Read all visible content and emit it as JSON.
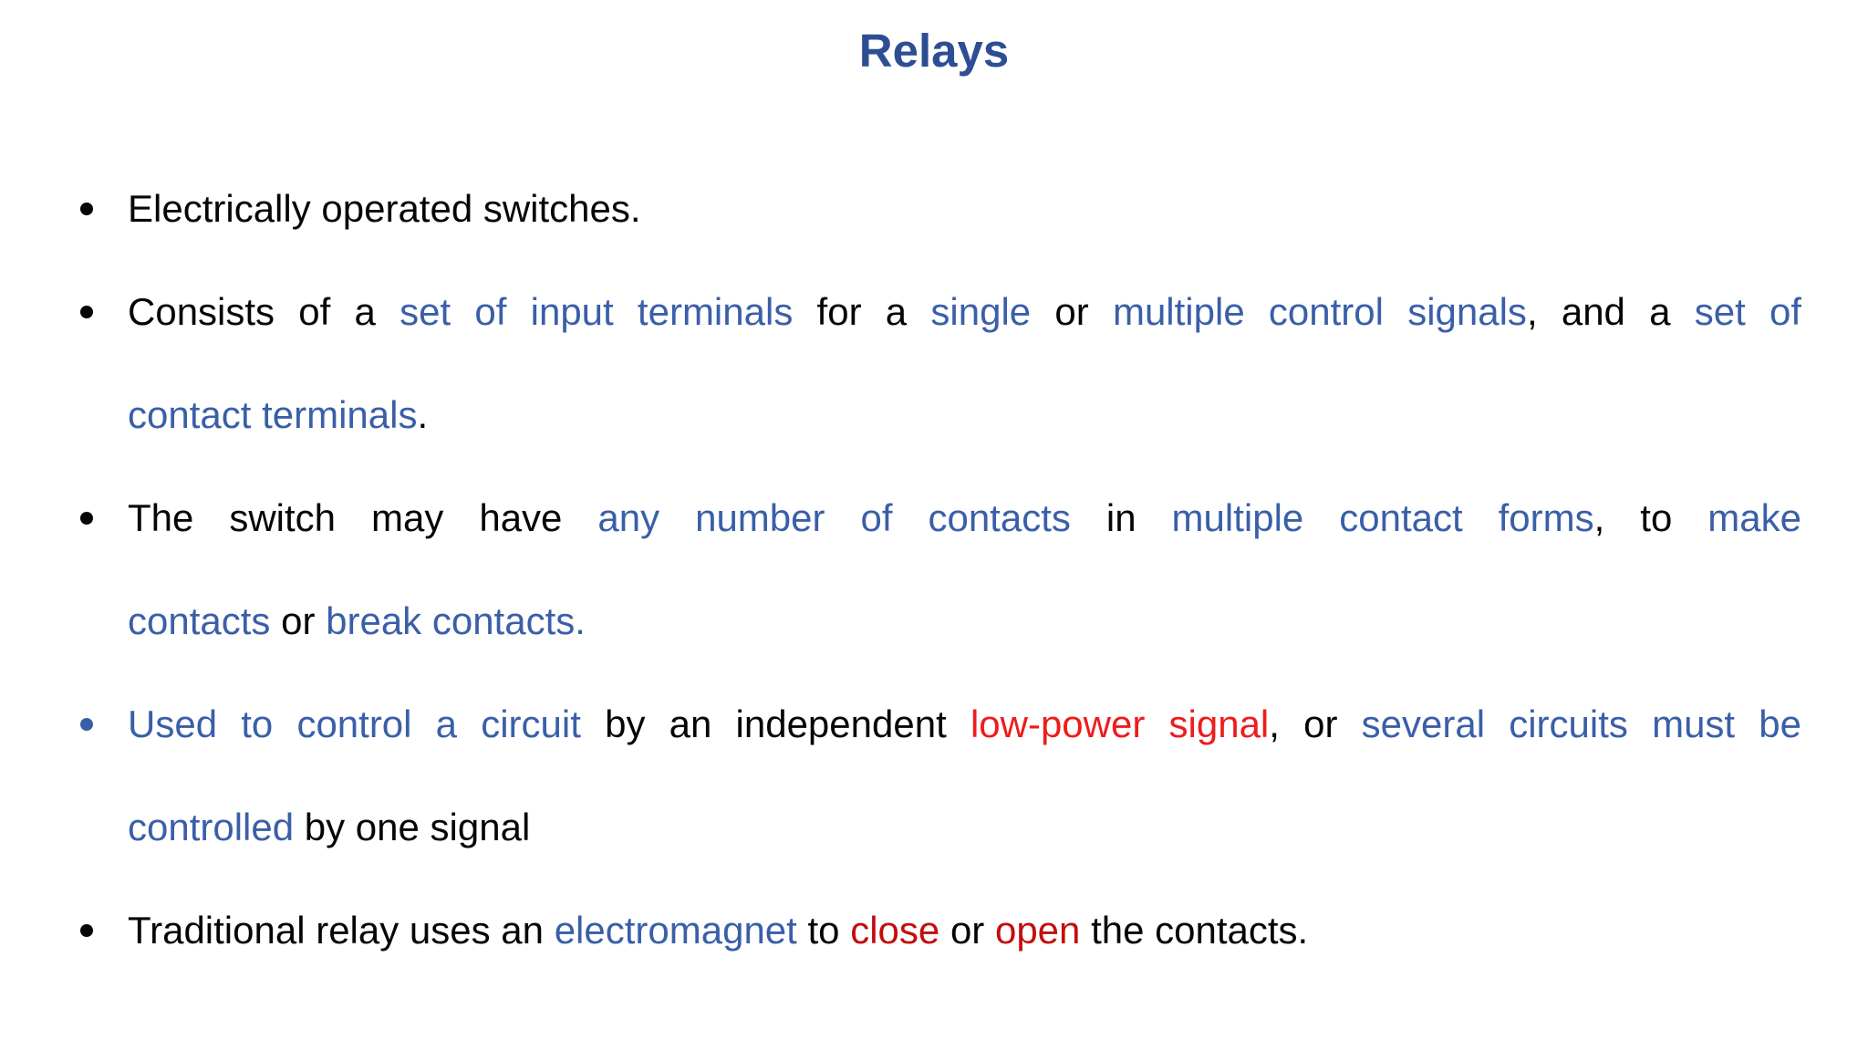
{
  "slide": {
    "title": "Relays"
  },
  "colors": {
    "title_blue": "#2d4e94",
    "body_blue": "#3a5fa8",
    "bright_red": "#ee1c1c",
    "dark_red": "#c40d0d",
    "body_black": "#050505",
    "background": "#ffffff"
  },
  "bullets": [
    {
      "marker_color": "black",
      "lines": [
        {
          "justify": false,
          "segments": [
            {
              "t": "Electrically operated switches.",
              "c": "black"
            }
          ]
        }
      ]
    },
    {
      "marker_color": "black",
      "lines": [
        {
          "justify": true,
          "segments": [
            {
              "t": "Consists of a ",
              "c": "black"
            },
            {
              "t": "set of input terminals",
              "c": "blue"
            },
            {
              "t": " for a ",
              "c": "black"
            },
            {
              "t": "single",
              "c": "blue"
            },
            {
              "t": " or ",
              "c": "black"
            },
            {
              "t": "multiple control signals",
              "c": "blue"
            },
            {
              "t": ", and a ",
              "c": "black"
            },
            {
              "t": "set of",
              "c": "blue"
            }
          ]
        },
        {
          "justify": false,
          "segments": [
            {
              "t": "contact terminals",
              "c": "blue"
            },
            {
              "t": ".",
              "c": "black"
            }
          ]
        }
      ]
    },
    {
      "marker_color": "black",
      "lines": [
        {
          "justify": true,
          "segments": [
            {
              "t": "The switch may have ",
              "c": "black"
            },
            {
              "t": "any number of contacts",
              "c": "blue"
            },
            {
              "t": " in ",
              "c": "black"
            },
            {
              "t": "multiple contact forms",
              "c": "blue"
            },
            {
              "t": ", to ",
              "c": "black"
            },
            {
              "t": "make",
              "c": "blue"
            }
          ]
        },
        {
          "justify": false,
          "segments": [
            {
              "t": "contacts",
              "c": "blue"
            },
            {
              "t": " or ",
              "c": "black"
            },
            {
              "t": "break contacts.",
              "c": "blue"
            }
          ]
        }
      ]
    },
    {
      "marker_color": "blue",
      "lines": [
        {
          "justify": true,
          "segments": [
            {
              "t": "Used to control a circuit",
              "c": "blue"
            },
            {
              "t": " by an independent ",
              "c": "black"
            },
            {
              "t": "low-power signal",
              "c": "red"
            },
            {
              "t": ", or ",
              "c": "black"
            },
            {
              "t": "several circuits must be",
              "c": "blue"
            }
          ]
        },
        {
          "justify": false,
          "segments": [
            {
              "t": "controlled",
              "c": "blue"
            },
            {
              "t": " by one signal",
              "c": "black"
            }
          ]
        }
      ]
    },
    {
      "marker_color": "black",
      "lines": [
        {
          "justify": false,
          "segments": [
            {
              "t": "Traditional relay uses an ",
              "c": "black"
            },
            {
              "t": "electromagnet",
              "c": "blue"
            },
            {
              "t": " to ",
              "c": "black"
            },
            {
              "t": "close",
              "c": "darkred"
            },
            {
              "t": " or ",
              "c": "black"
            },
            {
              "t": "open",
              "c": "darkred"
            },
            {
              "t": " the contacts.",
              "c": "black"
            }
          ]
        }
      ]
    }
  ]
}
